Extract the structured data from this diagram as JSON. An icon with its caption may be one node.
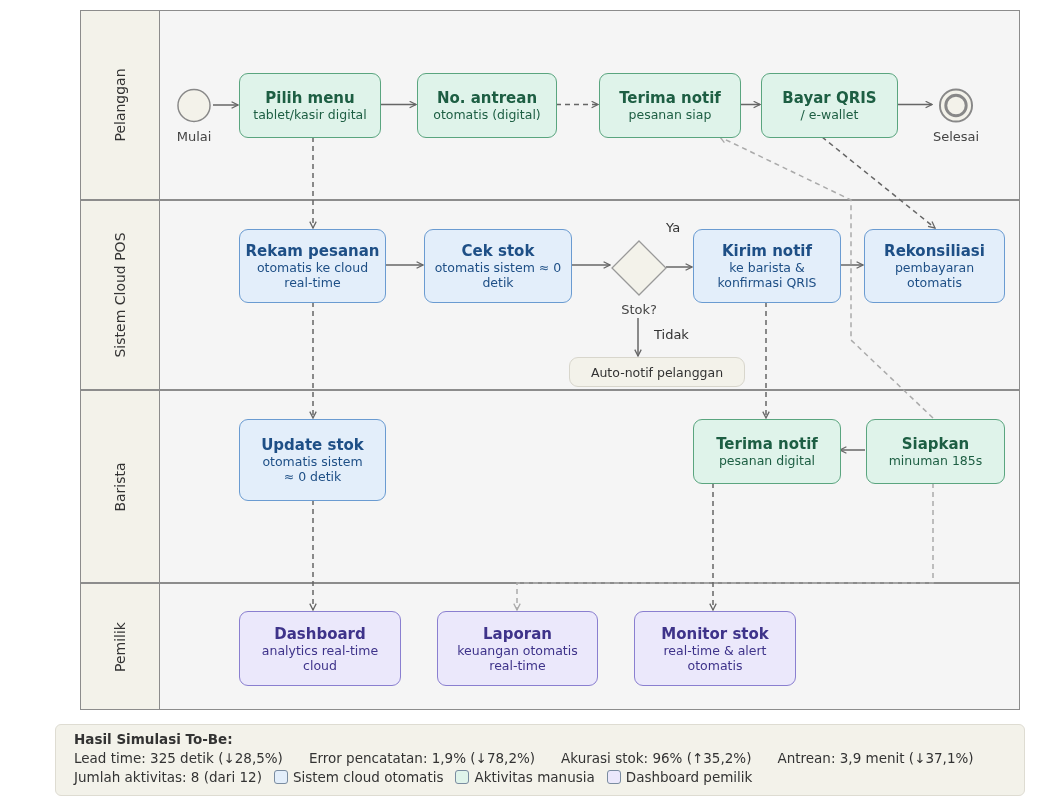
{
  "diagram": {
    "nodes": [
      {
        "text": [
          "Pelanggan"
        ]
      },
      {
        "text": [
          "Mulai"
        ],
        "in": 0
      },
      {
        "text": [
          "Pilih menu",
          "tablet/kasir digital"
        ],
        "in": 0
      },
      {
        "text": [
          "No. antrean",
          "otomatis (digital)"
        ],
        "in": 0
      },
      {
        "text": [
          "Terima notif",
          "pesanan siap"
        ],
        "in": 0
      },
      {
        "text": [
          "Bayar QRIS",
          "/ e-wallet"
        ],
        "in": 0
      },
      {
        "text": [
          "Selesai"
        ],
        "in": 0
      },
      {
        "text": [
          "Sistem Cloud POS"
        ]
      },
      {
        "text": [
          "Rekam pesanan",
          "otomatis ke cloud real-time"
        ],
        "in": 7
      },
      {
        "text": [
          "Cek stok",
          "otomatis sistem ≈ 0 detik"
        ],
        "in": 7
      },
      {
        "text": [
          "Stok?"
        ],
        "in": 7
      },
      {
        "text": [
          "Kirim notif",
          "ke barista & konfirmasi QRIS"
        ],
        "in": 7
      },
      {
        "text": [
          "Rekonsiliasi",
          "pembayaran otomatis"
        ],
        "in": 7
      },
      {
        "text": [
          "Auto-notif pelanggan"
        ],
        "in": 7
      },
      {
        "text": [
          "Barista"
        ]
      },
      {
        "text": [
          "Update stok",
          "otomatis sistem",
          "≈ 0 detik"
        ],
        "in": 14
      },
      {
        "text": [
          "Terima notif",
          "pesanan digital"
        ],
        "in": 14
      },
      {
        "text": [
          "Siapkan",
          "minuman 185s"
        ],
        "in": 14
      },
      {
        "text": [
          "Pemilik"
        ]
      },
      {
        "text": [
          "Dashboard",
          "analytics real-time cloud"
        ],
        "in": 18
      },
      {
        "text": [
          "Laporan",
          "keuangan otomatis real-time"
        ],
        "in": 18
      },
      {
        "text": [
          "Monitor stok",
          "real-time & alert otomatis"
        ],
        "in": 18
      }
    ],
    "edges": [
      {
        "from": 1,
        "to": 2,
        "arrow": "to"
      },
      {
        "from": 2,
        "to": 3,
        "arrow": "to"
      },
      {
        "from": 3,
        "to": 4,
        "arrow": "to",
        "style": "dashed"
      },
      {
        "from": 4,
        "to": 5,
        "arrow": "to"
      },
      {
        "from": 5,
        "to": 6,
        "arrow": "to"
      },
      {
        "from": 2,
        "to": 8,
        "arrow": "to",
        "style": "dashed"
      },
      {
        "from": 5,
        "to": 12,
        "arrow": "to",
        "style": "dashed"
      },
      {
        "from": 8,
        "to": 9,
        "arrow": "to"
      },
      {
        "from": 9,
        "to": 10,
        "arrow": "to"
      },
      {
        "from": 10,
        "to": 11,
        "arrow": "to",
        "label": "Ya"
      },
      {
        "from": 10,
        "to": 13,
        "arrow": "to",
        "label": "Tidak"
      },
      {
        "from": 11,
        "to": 12,
        "arrow": "to"
      },
      {
        "from": 8,
        "to": 15,
        "arrow": "to",
        "style": "dashed"
      },
      {
        "from": 11,
        "to": 16,
        "arrow": "to",
        "style": "dashed"
      },
      {
        "from": 17,
        "to": 16,
        "arrow": "to"
      },
      {
        "from": 17,
        "to": 4,
        "arrow": "to",
        "style": "dashed",
        "color": "#aaaaaa"
      },
      {
        "from": 15,
        "to": 19,
        "arrow": "to",
        "style": "dashed"
      },
      {
        "from": 17,
        "to": 20,
        "arrow": "to",
        "style": "dashed",
        "color": "#aaaaaa"
      },
      {
        "from": 16,
        "to": 21,
        "arrow": "to",
        "style": "dashed"
      }
    ],
    "labels": [
      "Hasil Simulasi To-Be:",
      "Lead time: 325 detik (↓28,5%)",
      "Error pencatatan: 1,9% (↓78,2%)",
      "Akurasi stok: 96% (↑35,2%)",
      "Antrean: 3,9 menit (↓37,1%)",
      "Jumlah aktivitas: 8 (dari 12)"
    ],
    "legend": [
      {
        "text": "Sistem cloud otomatis",
        "color": "#e3eefa"
      },
      {
        "text": "Aktivitas manusia",
        "color": "#dff3ea"
      },
      {
        "text": "Dashboard pemilik",
        "color": "#ebe8fb"
      }
    ]
  }
}
